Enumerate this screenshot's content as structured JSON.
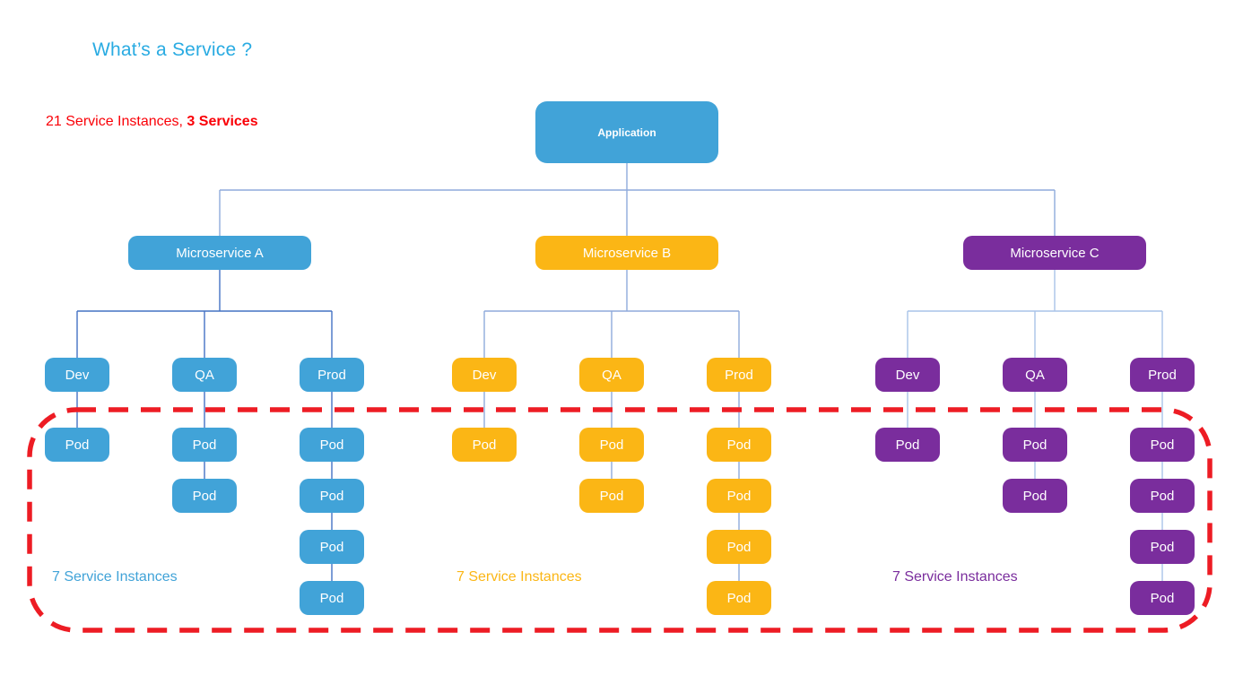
{
  "title": "What’s a Service ?",
  "annotation": {
    "text": "21 Service Instances, ",
    "bold_text": "3 Services"
  },
  "root": {
    "label": "Application",
    "color": "#41A3D8"
  },
  "pod_label": "Pod",
  "services": [
    {
      "id": "a",
      "label": "Microservice A",
      "color": "#41A3D8",
      "connector_color": "#4472C4",
      "instances_label": "7 Service Instances",
      "environments": [
        {
          "label": "Dev",
          "pods": 1
        },
        {
          "label": "QA",
          "pods": 2
        },
        {
          "label": "Prod",
          "pods": 4
        }
      ]
    },
    {
      "id": "b",
      "label": "Microservice B",
      "color": "#FBB615",
      "connector_color": "#8FAADC",
      "instances_label": "7 Service Instances",
      "environments": [
        {
          "label": "Dev",
          "pods": 1
        },
        {
          "label": "QA",
          "pods": 2
        },
        {
          "label": "Prod",
          "pods": 4
        }
      ]
    },
    {
      "id": "c",
      "label": "Microservice C",
      "color": "#7A2D9D",
      "connector_color": "#A9C3E8",
      "instances_label": "7 Service Instances",
      "environments": [
        {
          "label": "Dev",
          "pods": 1
        },
        {
          "label": "QA",
          "pods": 2
        },
        {
          "label": "Prod",
          "pods": 4
        }
      ]
    }
  ],
  "colors": {
    "title_text": "#29ABE2",
    "annotation_text": "#FA0007",
    "top_connector": "#8FAADC",
    "highlight_border": "#ED1C24",
    "background": "#FFFFFF"
  },
  "totals": {
    "service_instances": 21,
    "services": 3,
    "instances_per_service": 7
  }
}
